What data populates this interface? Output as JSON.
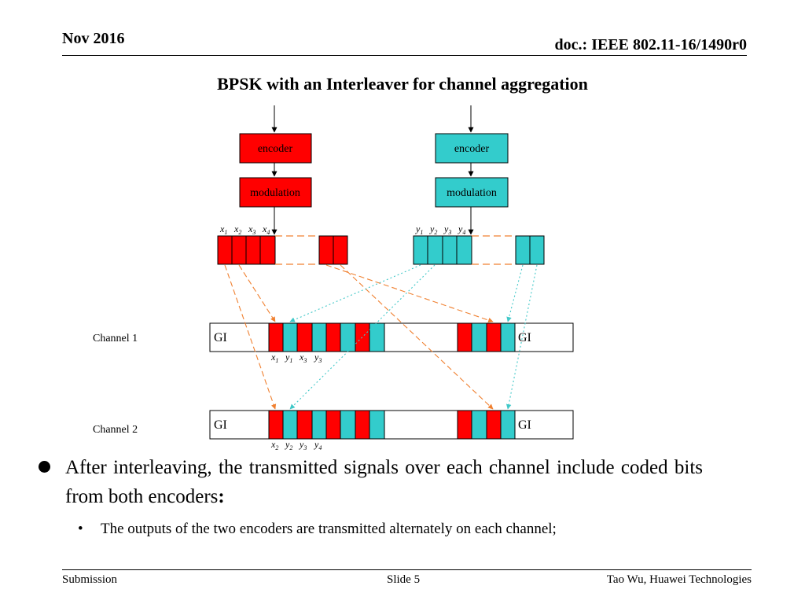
{
  "header": {
    "date": "Nov 2016",
    "doc": "doc.: IEEE 802.11-16/1490r0"
  },
  "title": "BPSK with an Interleaver for channel aggregation",
  "diagram": {
    "encoder_label": "encoder",
    "modulation_label": "modulation",
    "channel1_label": "Channel 1",
    "channel2_label": "Channel 2",
    "gi_label": "GI",
    "colors": {
      "left_encoder": "#ff0000",
      "right_encoder": "#33cccc",
      "arrow_left": "#f08030",
      "arrow_right": "#40c8c8"
    }
  },
  "bullets": {
    "main": {
      "text": "After interleaving, the transmitted signals over each channel include coded bits from both encoders",
      "colon": ":"
    },
    "sub": "The outputs of the two encoders are transmitted alternately on each channel;"
  },
  "footer": {
    "left": "Submission",
    "center": "Slide 5",
    "right": "Tao Wu, Huawei Technologies"
  }
}
